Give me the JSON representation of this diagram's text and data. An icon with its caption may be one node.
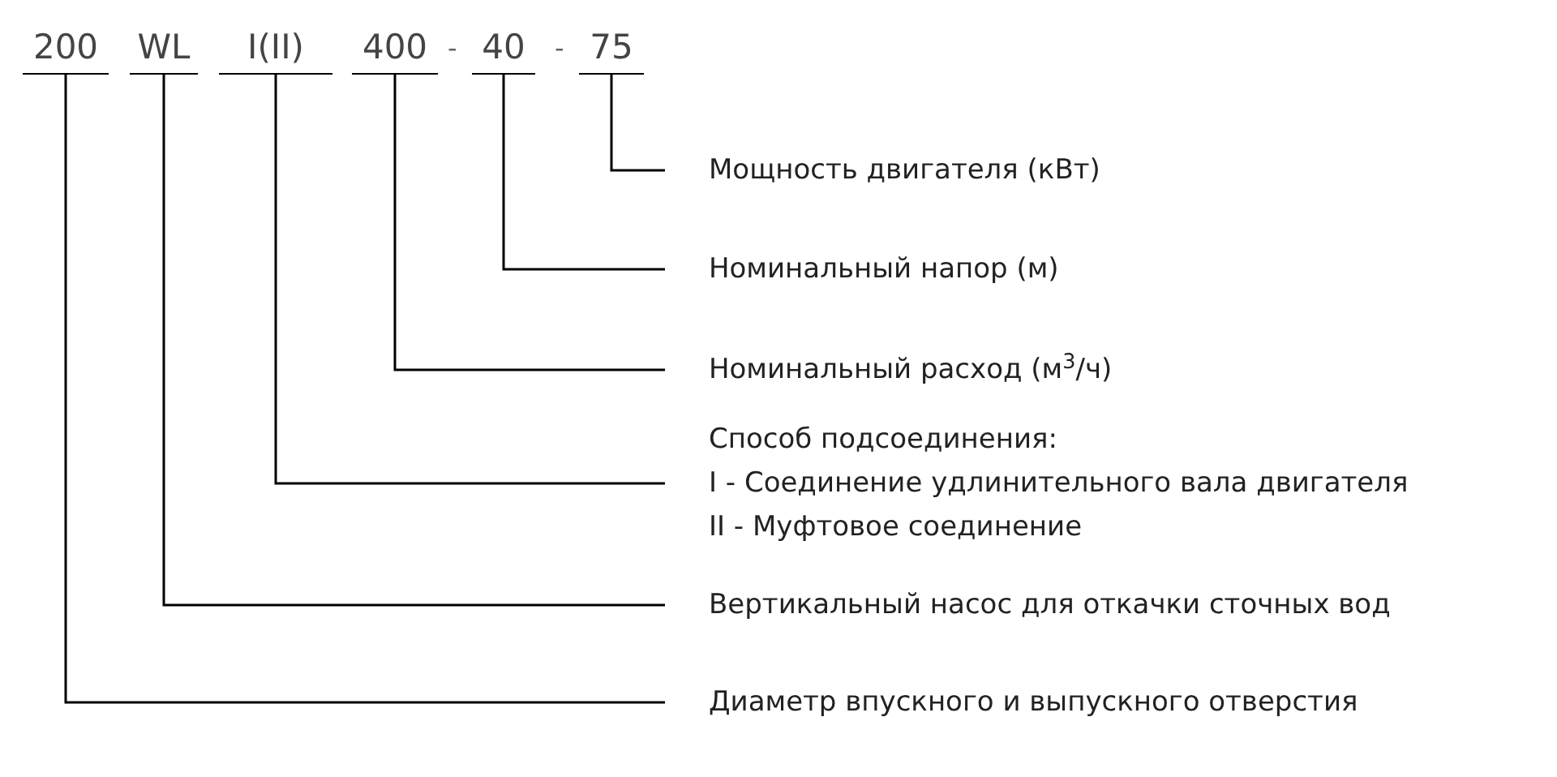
{
  "diagram": {
    "nodes": [
      {
        "text": [
          "200"
        ]
      },
      {
        "text": [
          "WL"
        ]
      },
      {
        "text": [
          "I(II)"
        ]
      },
      {
        "text": [
          "400"
        ]
      },
      {
        "text": [
          "40"
        ]
      },
      {
        "text": [
          "75"
        ]
      },
      {
        "text": [
          "Мощность двигателя (кВт)"
        ]
      },
      {
        "text": [
          "Номинальный напор (м)"
        ]
      },
      {
        "text": [
          "Номинальный расход (м$^{3}$/ч)"
        ]
      },
      {
        "text": [
          "Способ подсоединения:",
          "I - Соединение удлинительного вала двигателя",
          "II - Муфтовое соединение"
        ]
      },
      {
        "text": [
          "Вертикальный насос для откачки сточных вод"
        ]
      },
      {
        "text": [
          "Диаметр впускного и выпускного отверстия"
        ]
      }
    ],
    "edges": [
      {
        "from": 5,
        "to": 6,
        "arrow": "none"
      },
      {
        "from": 4,
        "to": 7,
        "arrow": "none"
      },
      {
        "from": 3,
        "to": 8,
        "arrow": "none"
      },
      {
        "from": 2,
        "to": 9,
        "arrow": "none"
      },
      {
        "from": 1,
        "to": 10,
        "arrow": "none"
      },
      {
        "from": 0,
        "to": 11,
        "arrow": "none"
      }
    ],
    "labels": [
      "-",
      "-"
    ]
  }
}
